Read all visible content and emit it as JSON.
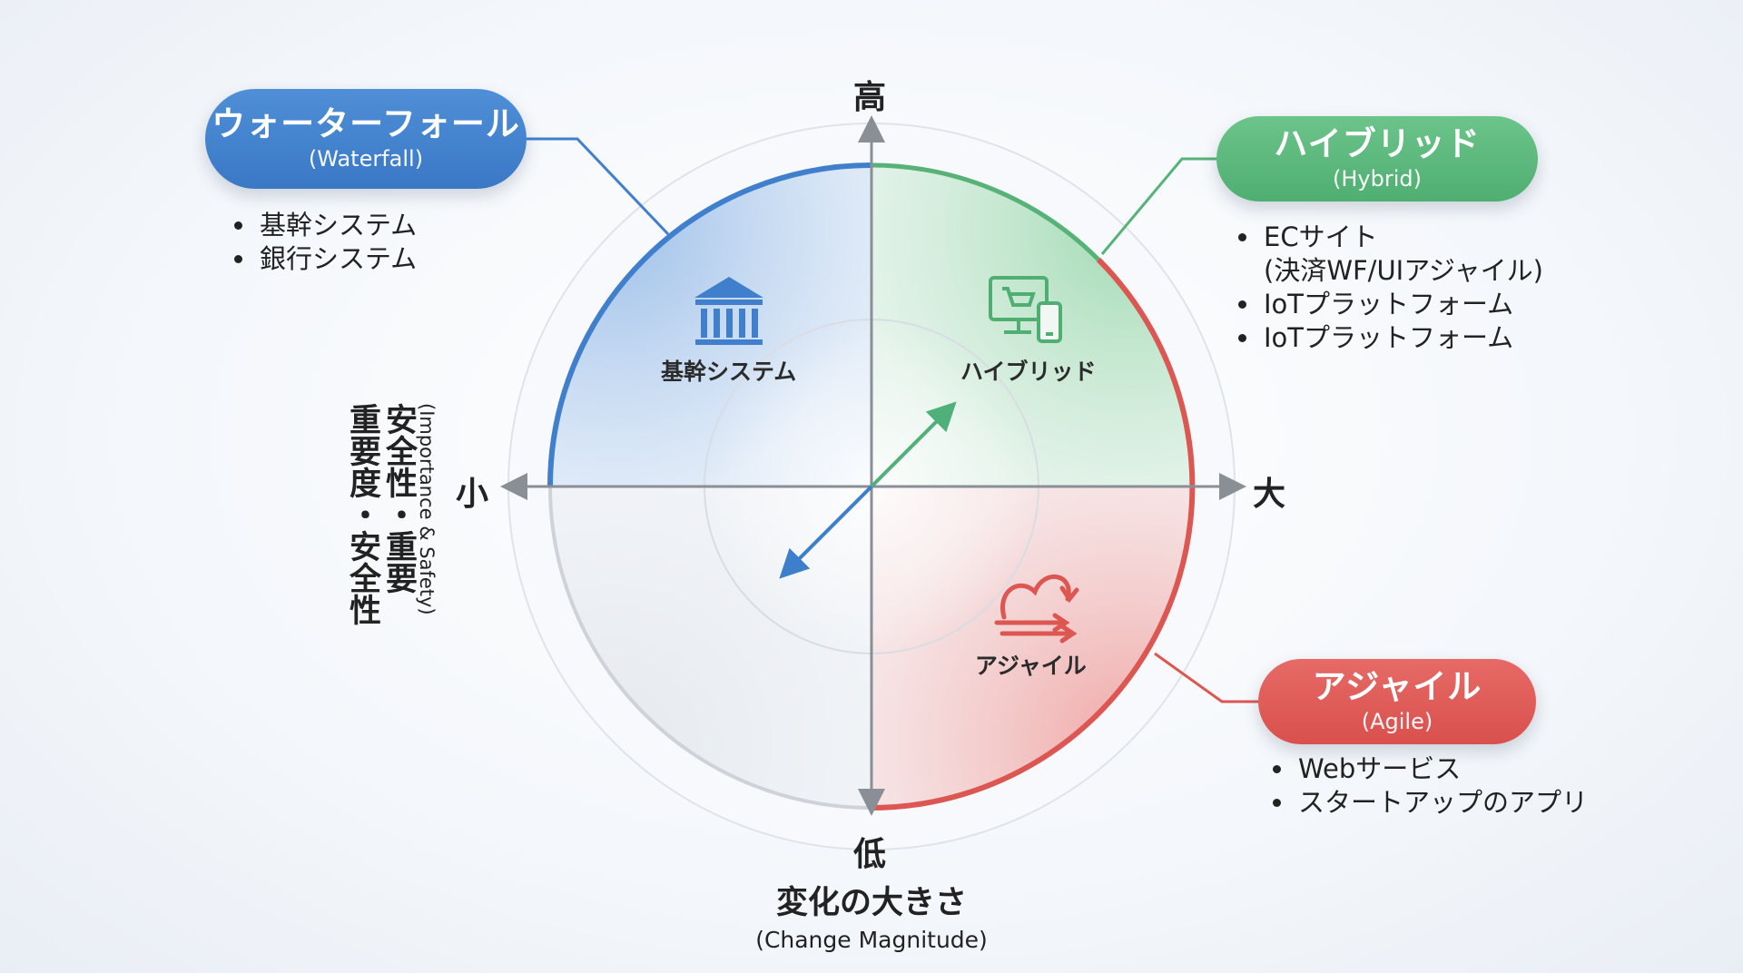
{
  "axes": {
    "vertical_top": "高",
    "vertical_bottom": "低",
    "horizontal_left": "小",
    "horizontal_right": "大",
    "x_title": "変化の大きさ",
    "x_title_en": "(Change Magnitude)",
    "y_title_line1": "重要度・安全性",
    "y_title_line2": "安全性・重要",
    "y_title_en": "(Importance & Safety)"
  },
  "quadrants": {
    "waterfall": {
      "title": "ウォーターフォール",
      "subtitle": "(Waterfall)",
      "color": "#3f7fcc",
      "items": [
        "基幹システム",
        "銀行システム"
      ],
      "center_label": "基幹システム",
      "icon": "bank-building-icon"
    },
    "hybrid": {
      "title": "ハイブリッド",
      "subtitle": "(Hybrid)",
      "color": "#56b277",
      "items": [
        "ECサイト",
        "(決済WF/UIアジャイル)",
        "IoTプラットフォーム",
        "IoTプラットフォーム"
      ],
      "center_label": "ハイブリッド",
      "icon": "computer-cart-mobile-icon"
    },
    "agile": {
      "title": "アジャイル",
      "subtitle": "(Agile)",
      "color": "#dc5652",
      "items": [
        "Webサービス",
        "スタートアップのアプリ"
      ],
      "center_label": "アジャイル",
      "icon": "iteration-loop-icon"
    }
  }
}
